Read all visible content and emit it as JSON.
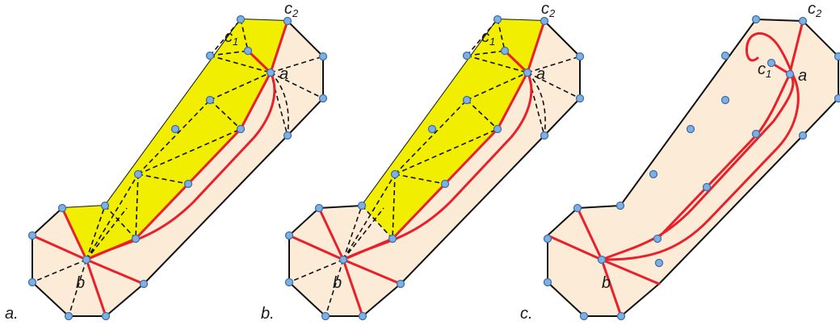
{
  "panels": [
    {
      "id": "a",
      "caption": "a.",
      "labels": {
        "c1": "c",
        "c1_sub": "1",
        "c2": "c",
        "c2_sub": "2",
        "a": "a",
        "b": "b"
      }
    },
    {
      "id": "b",
      "caption": "b.",
      "labels": {
        "c1": "c",
        "c1_sub": "1",
        "c2": "c",
        "c2_sub": "2",
        "a": "a",
        "b": "b"
      }
    },
    {
      "id": "c",
      "caption": "c.",
      "labels": {
        "c1": "c",
        "c1_sub": "1",
        "c2": "c",
        "c2_sub": "2",
        "a": "a",
        "b": "b"
      }
    }
  ],
  "colors": {
    "polygon_fill": "#fcebd6",
    "highlight": "#f2ee00",
    "path": "#e8202a",
    "vertex": "#7fb0e3"
  }
}
